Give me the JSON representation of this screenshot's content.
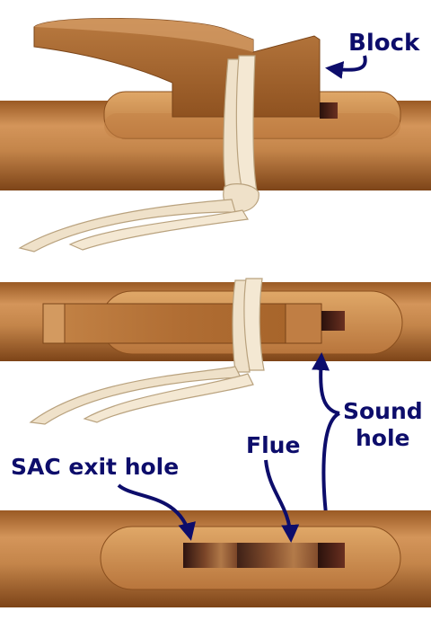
{
  "labels": {
    "block": "Block",
    "sound_hole_line1": "Sound",
    "sound_hole_line2": "hole",
    "flue": "Flue",
    "sac_exit_hole": "SAC exit hole"
  },
  "colors": {
    "wood_dark": "#8a4f1e",
    "wood_mid": "#c98a4c",
    "wood_light": "#e0a868",
    "hole_dark": "#3a1a12",
    "tie": "#efe1c9",
    "tie_outline": "#b9a27e",
    "arrow": "#0d0d6b"
  },
  "panels": [
    {
      "name": "side-view",
      "shows": [
        "block",
        "tie",
        "sound-hole"
      ]
    },
    {
      "name": "top-view-with-block",
      "shows": [
        "block",
        "tie",
        "sound-hole"
      ]
    },
    {
      "name": "top-view-without-block",
      "shows": [
        "sac-exit-hole",
        "flue",
        "sound-hole"
      ]
    }
  ]
}
